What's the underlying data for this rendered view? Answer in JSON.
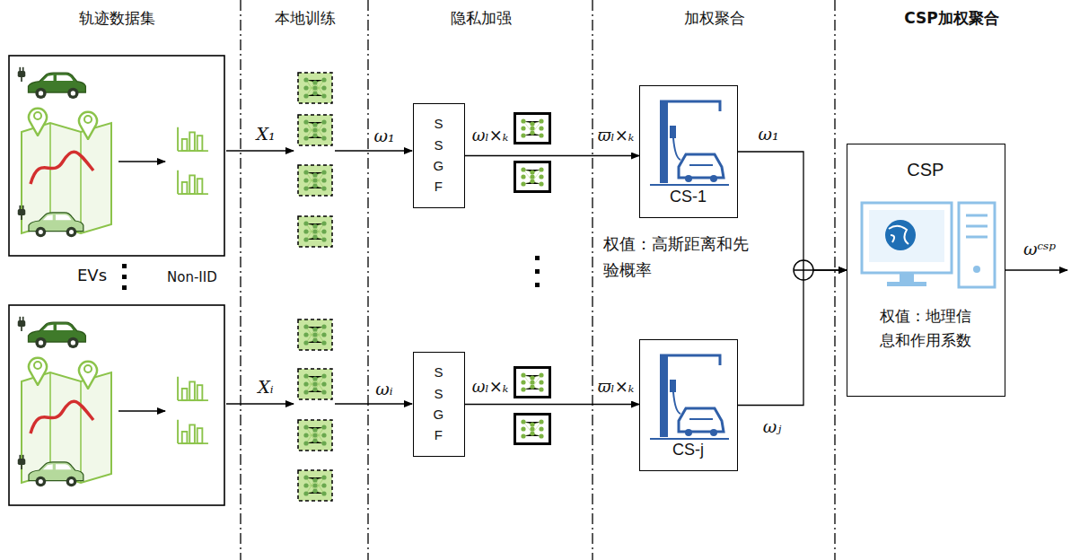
{
  "diagram": {
    "nodes": [
      {
        "text": [
          "SSGF"
        ]
      },
      {
        "text": [
          "SSGF"
        ]
      },
      {
        "text": [
          "CS-1"
        ]
      },
      {
        "text": [
          "CS-j"
        ]
      },
      {
        "text": [
          "CSP",
          "权值：地理信息和作用系数"
        ]
      }
    ],
    "edges": [
      {
        "from": 0,
        "to": 2,
        "arrow": "to"
      },
      {
        "from": 1,
        "to": 3,
        "arrow": "to"
      },
      {
        "from": 2,
        "to": 4,
        "label": "ω₁",
        "arrow": "to"
      },
      {
        "from": 3,
        "to": 4,
        "label": "ωⱼ",
        "arrow": "to"
      }
    ],
    "labels": [
      "轨迹数据集",
      "本地训练",
      "隐私加强",
      "加权聚合",
      "CSP加权聚合",
      "EVs",
      "Non-IID",
      "X₁",
      "Xᵢ",
      "ω₁",
      "ωᵢ",
      "ωₗ×ₖ",
      "ϖₗ×ₖ",
      "ωₗ×ₖ",
      "ϖₗ×ₖ",
      "权值：高斯距离和先验概率",
      "ωᶜˢᵖ"
    ]
  }
}
